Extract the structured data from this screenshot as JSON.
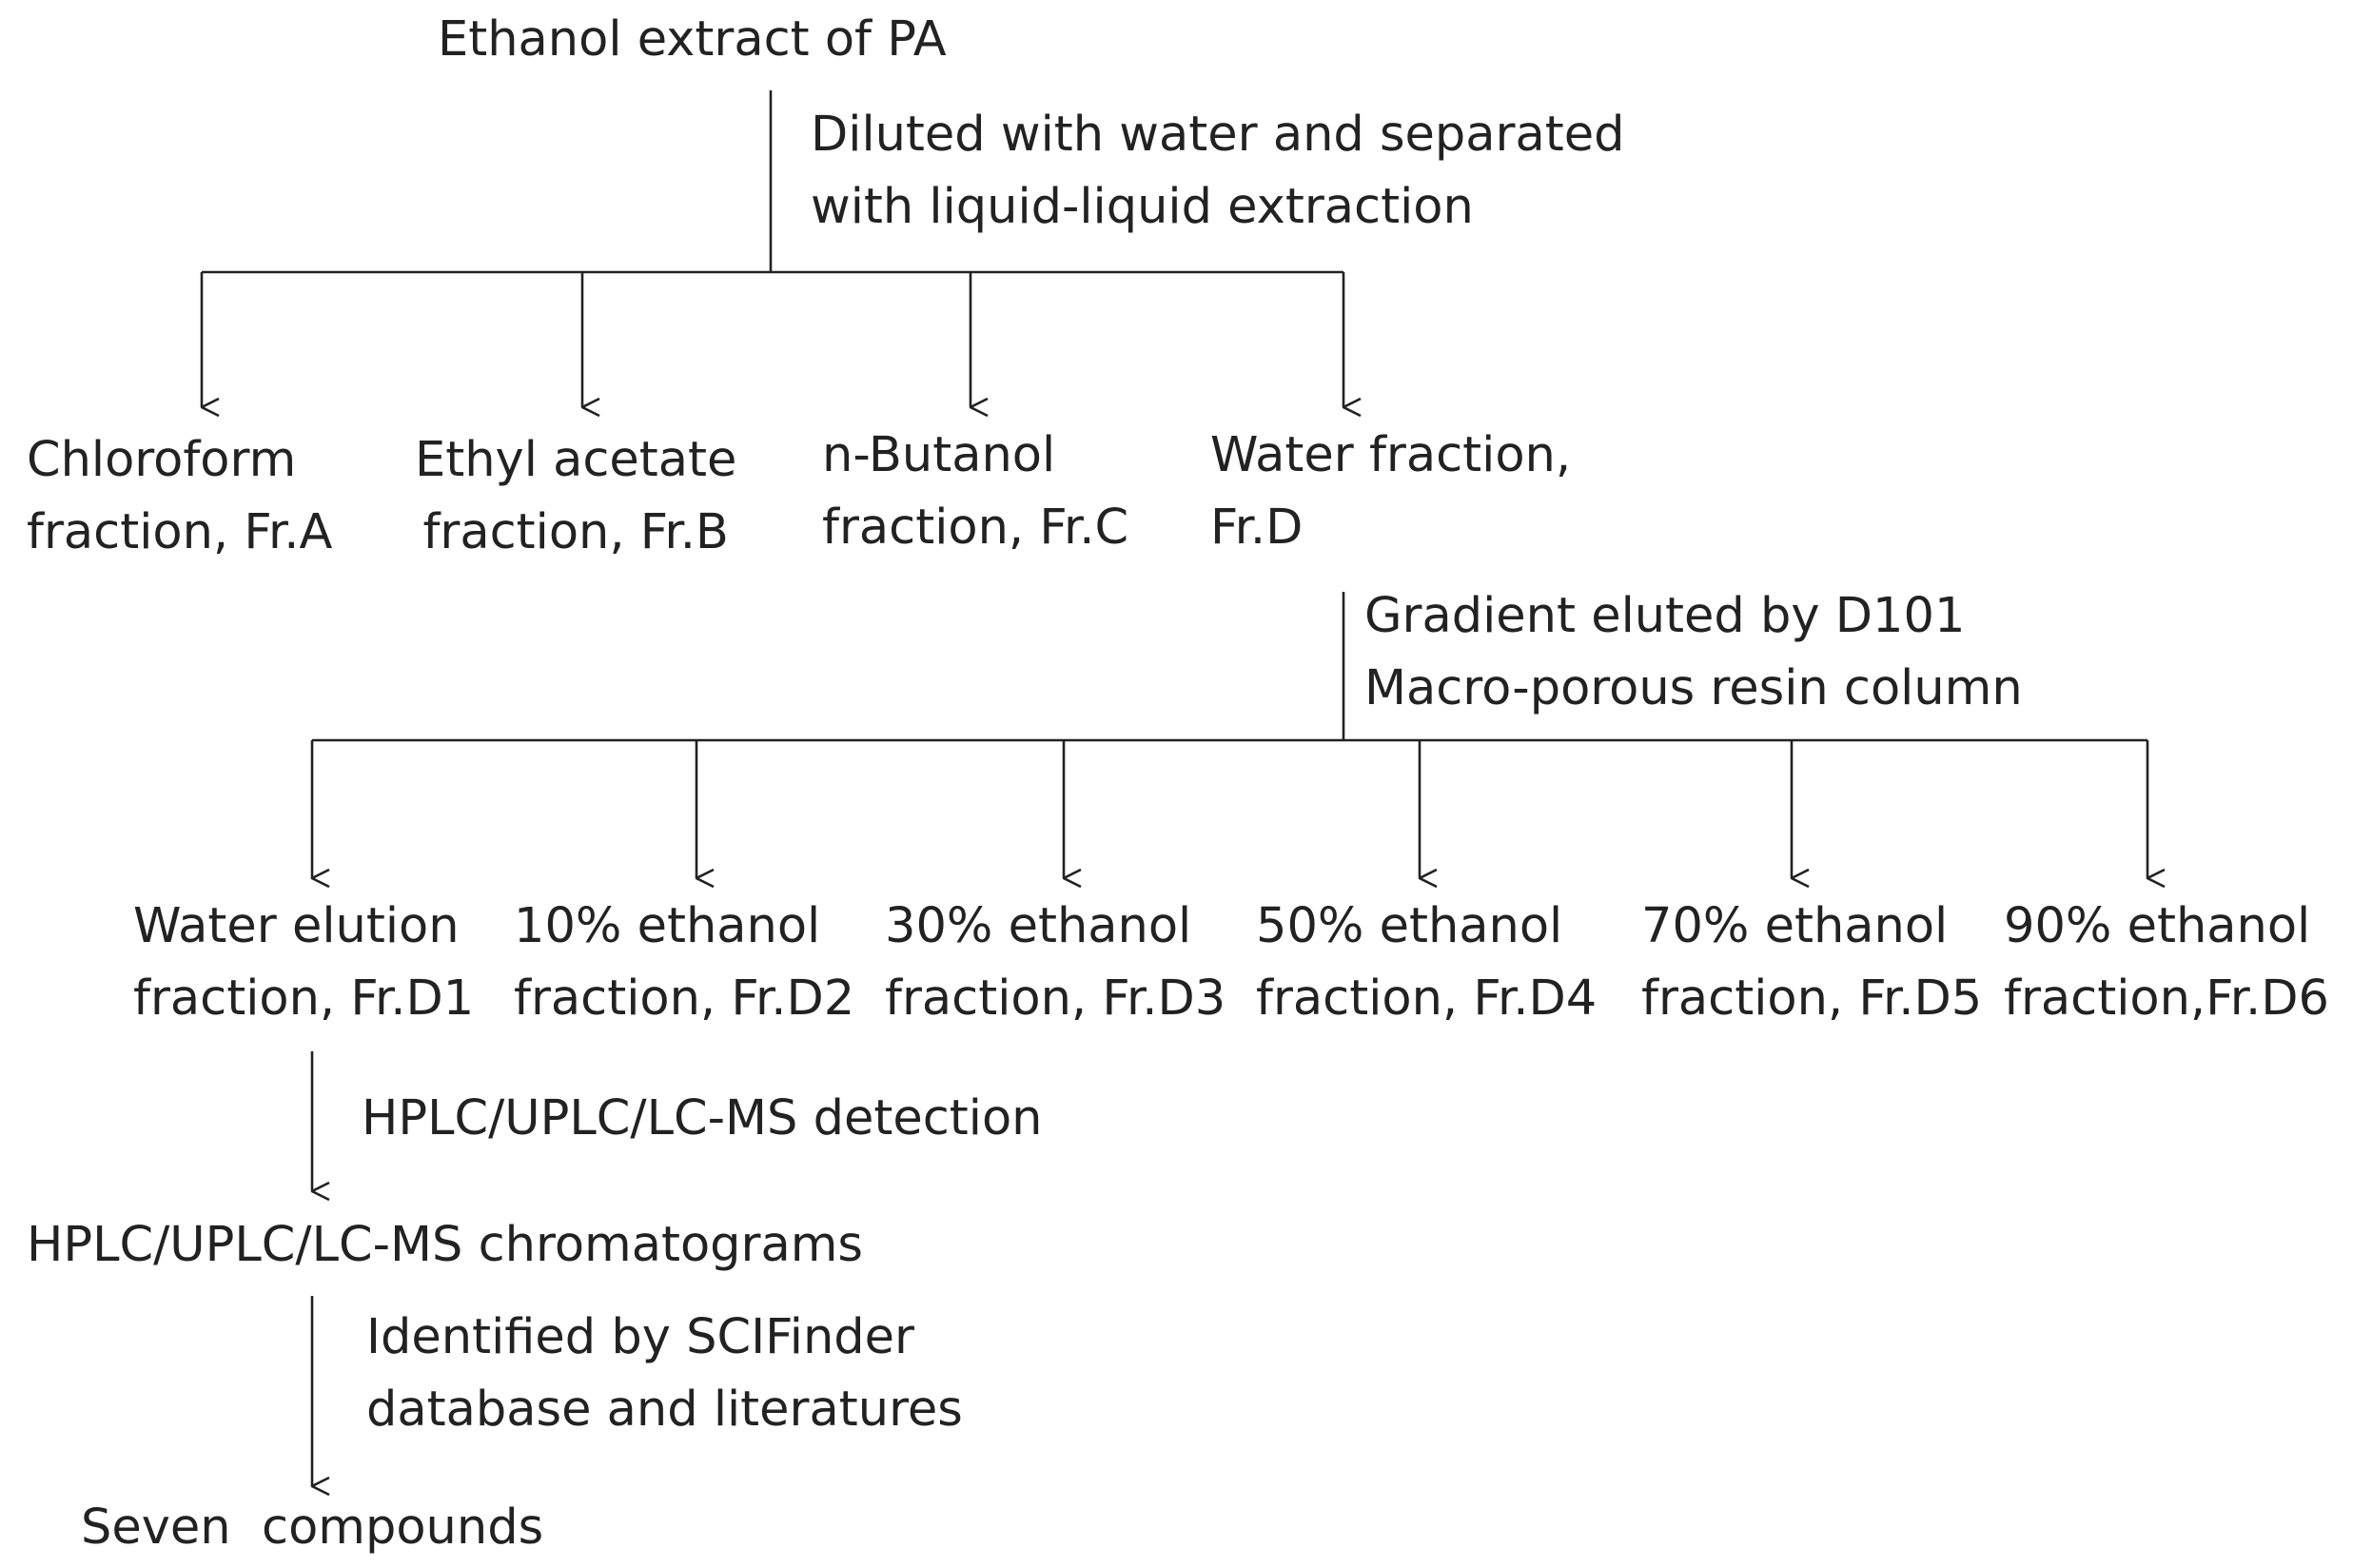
{
  "colors": {
    "text": "#222222",
    "line": "#222222",
    "background": "#ffffff"
  },
  "root": "Ethanol extract of PA",
  "step1": {
    "line1": "Diluted with water and separated",
    "line2": "with liquid-liquid extraction"
  },
  "fractions": [
    {
      "line1": "Chloroform",
      "line2": "fraction, Fr.A"
    },
    {
      "line1": "Ethyl acetate",
      "line2": "fraction, Fr.B"
    },
    {
      "line1": "n-Butanol",
      "line2": "fraction, Fr.C"
    },
    {
      "line1": "Water fraction,",
      "line2": "Fr.D"
    }
  ],
  "step2": {
    "line1": "Gradient eluted by D101",
    "line2": "Macro-porous resin column"
  },
  "subfractions": [
    {
      "line1": "Water elution",
      "line2": "fraction, Fr.D1"
    },
    {
      "line1": "10% ethanol",
      "line2": "fraction, Fr.D2"
    },
    {
      "line1": "30% ethanol",
      "line2": "fraction, Fr.D3"
    },
    {
      "line1": "50% ethanol",
      "line2": "fraction, Fr.D4"
    },
    {
      "line1": "70% ethanol",
      "line2": "fraction, Fr.D5"
    },
    {
      "line1": "90% ethanol",
      "line2": "fraction,Fr.D6"
    }
  ],
  "step3": "HPLC/UPLC/LC-MS detection",
  "chromatograms": "HPLC/UPLC/LC-MS chromatograms",
  "step4": {
    "line1": "Identified by SCIFinder",
    "line2": "database and literatures"
  },
  "result": "Seven  compounds"
}
